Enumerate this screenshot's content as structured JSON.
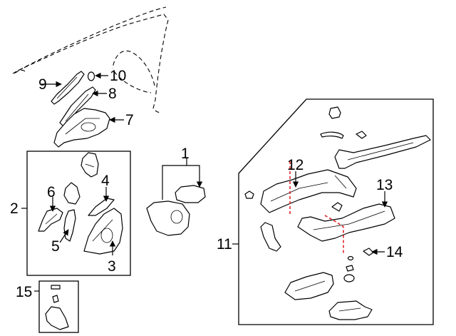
{
  "callouts": {
    "c1": "1",
    "c2": "2",
    "c3": "3",
    "c4": "4",
    "c5": "5",
    "c6": "6",
    "c7": "7",
    "c8": "8",
    "c9": "9",
    "c10": "10",
    "c11": "11",
    "c12": "12",
    "c13": "13",
    "c14": "14",
    "c15": "15"
  },
  "colors": {
    "line": "#000000",
    "cut_line": "#e0262b",
    "background": "#ffffff"
  }
}
